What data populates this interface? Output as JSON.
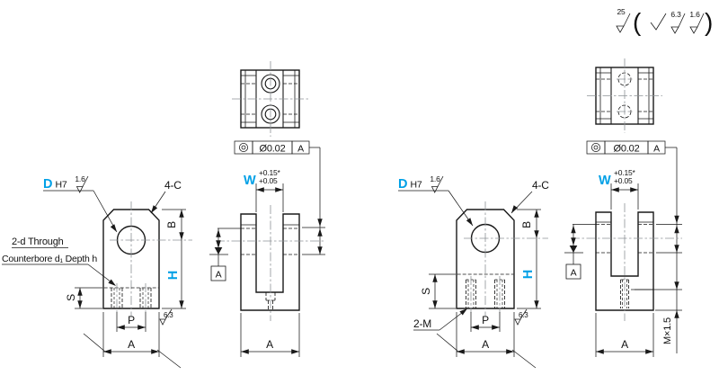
{
  "colors": {
    "accent": "#00a0e6",
    "part_fill": "#e9ebed",
    "line": "#1a1a1a"
  },
  "finish_note": {
    "overall": "25",
    "open_paren": "(",
    "value_mid": "6.3",
    "value_fine": "1.6",
    "close_paren": ")"
  },
  "left": {
    "fcf": {
      "tolerance": "Ø0.02",
      "datum": "A"
    },
    "labels": {
      "dia_letter": "D",
      "dia_fit": "H7",
      "dia_finish": "1.6",
      "chamfer": "4-C",
      "hole_note_line1": "2-d Through",
      "hole_note_line2": "Counterbore d₁ Depth h",
      "base_finish": "6.3"
    },
    "dims": {
      "b": "B",
      "h": "H",
      "s": "S",
      "p": "P",
      "a_front": "A",
      "w": "W",
      "w_tol_upper": "+0.15*",
      "w_tol_lower": "+0.05",
      "a_side": "A",
      "datum_flag": "A"
    }
  },
  "right": {
    "fcf": {
      "tolerance": "Ø0.02",
      "datum": "A"
    },
    "labels": {
      "dia_letter": "D",
      "dia_fit": "H7",
      "dia_finish": "1.6",
      "chamfer": "4-C",
      "tap_note": "2-M",
      "base_finish": "6.3"
    },
    "dims": {
      "b": "B",
      "h": "H",
      "s": "S",
      "p": "P",
      "a_front": "A",
      "w": "W",
      "w_tol_upper": "+0.15*",
      "w_tol_lower": "+0.05",
      "a_side": "A",
      "datum_flag": "A",
      "thread_spec": "M×1.5"
    }
  }
}
